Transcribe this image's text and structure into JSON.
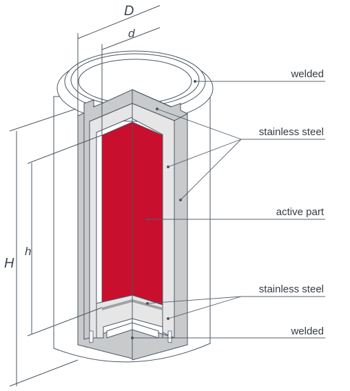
{
  "dimensions": {
    "outer_diameter": "D",
    "inner_diameter": "d",
    "total_height": "H",
    "active_height": "h"
  },
  "callouts": {
    "welded_top": "welded",
    "stainless_steel_upper": "stainless steel",
    "active_part": "active part",
    "stainless_steel_lower": "stainless steel",
    "welded_bottom": "welded"
  },
  "colors": {
    "active_part": "#c8102e",
    "steel_dark": "#c9cacc",
    "steel_light": "#e6e6e7",
    "outline": "#4a5561"
  }
}
